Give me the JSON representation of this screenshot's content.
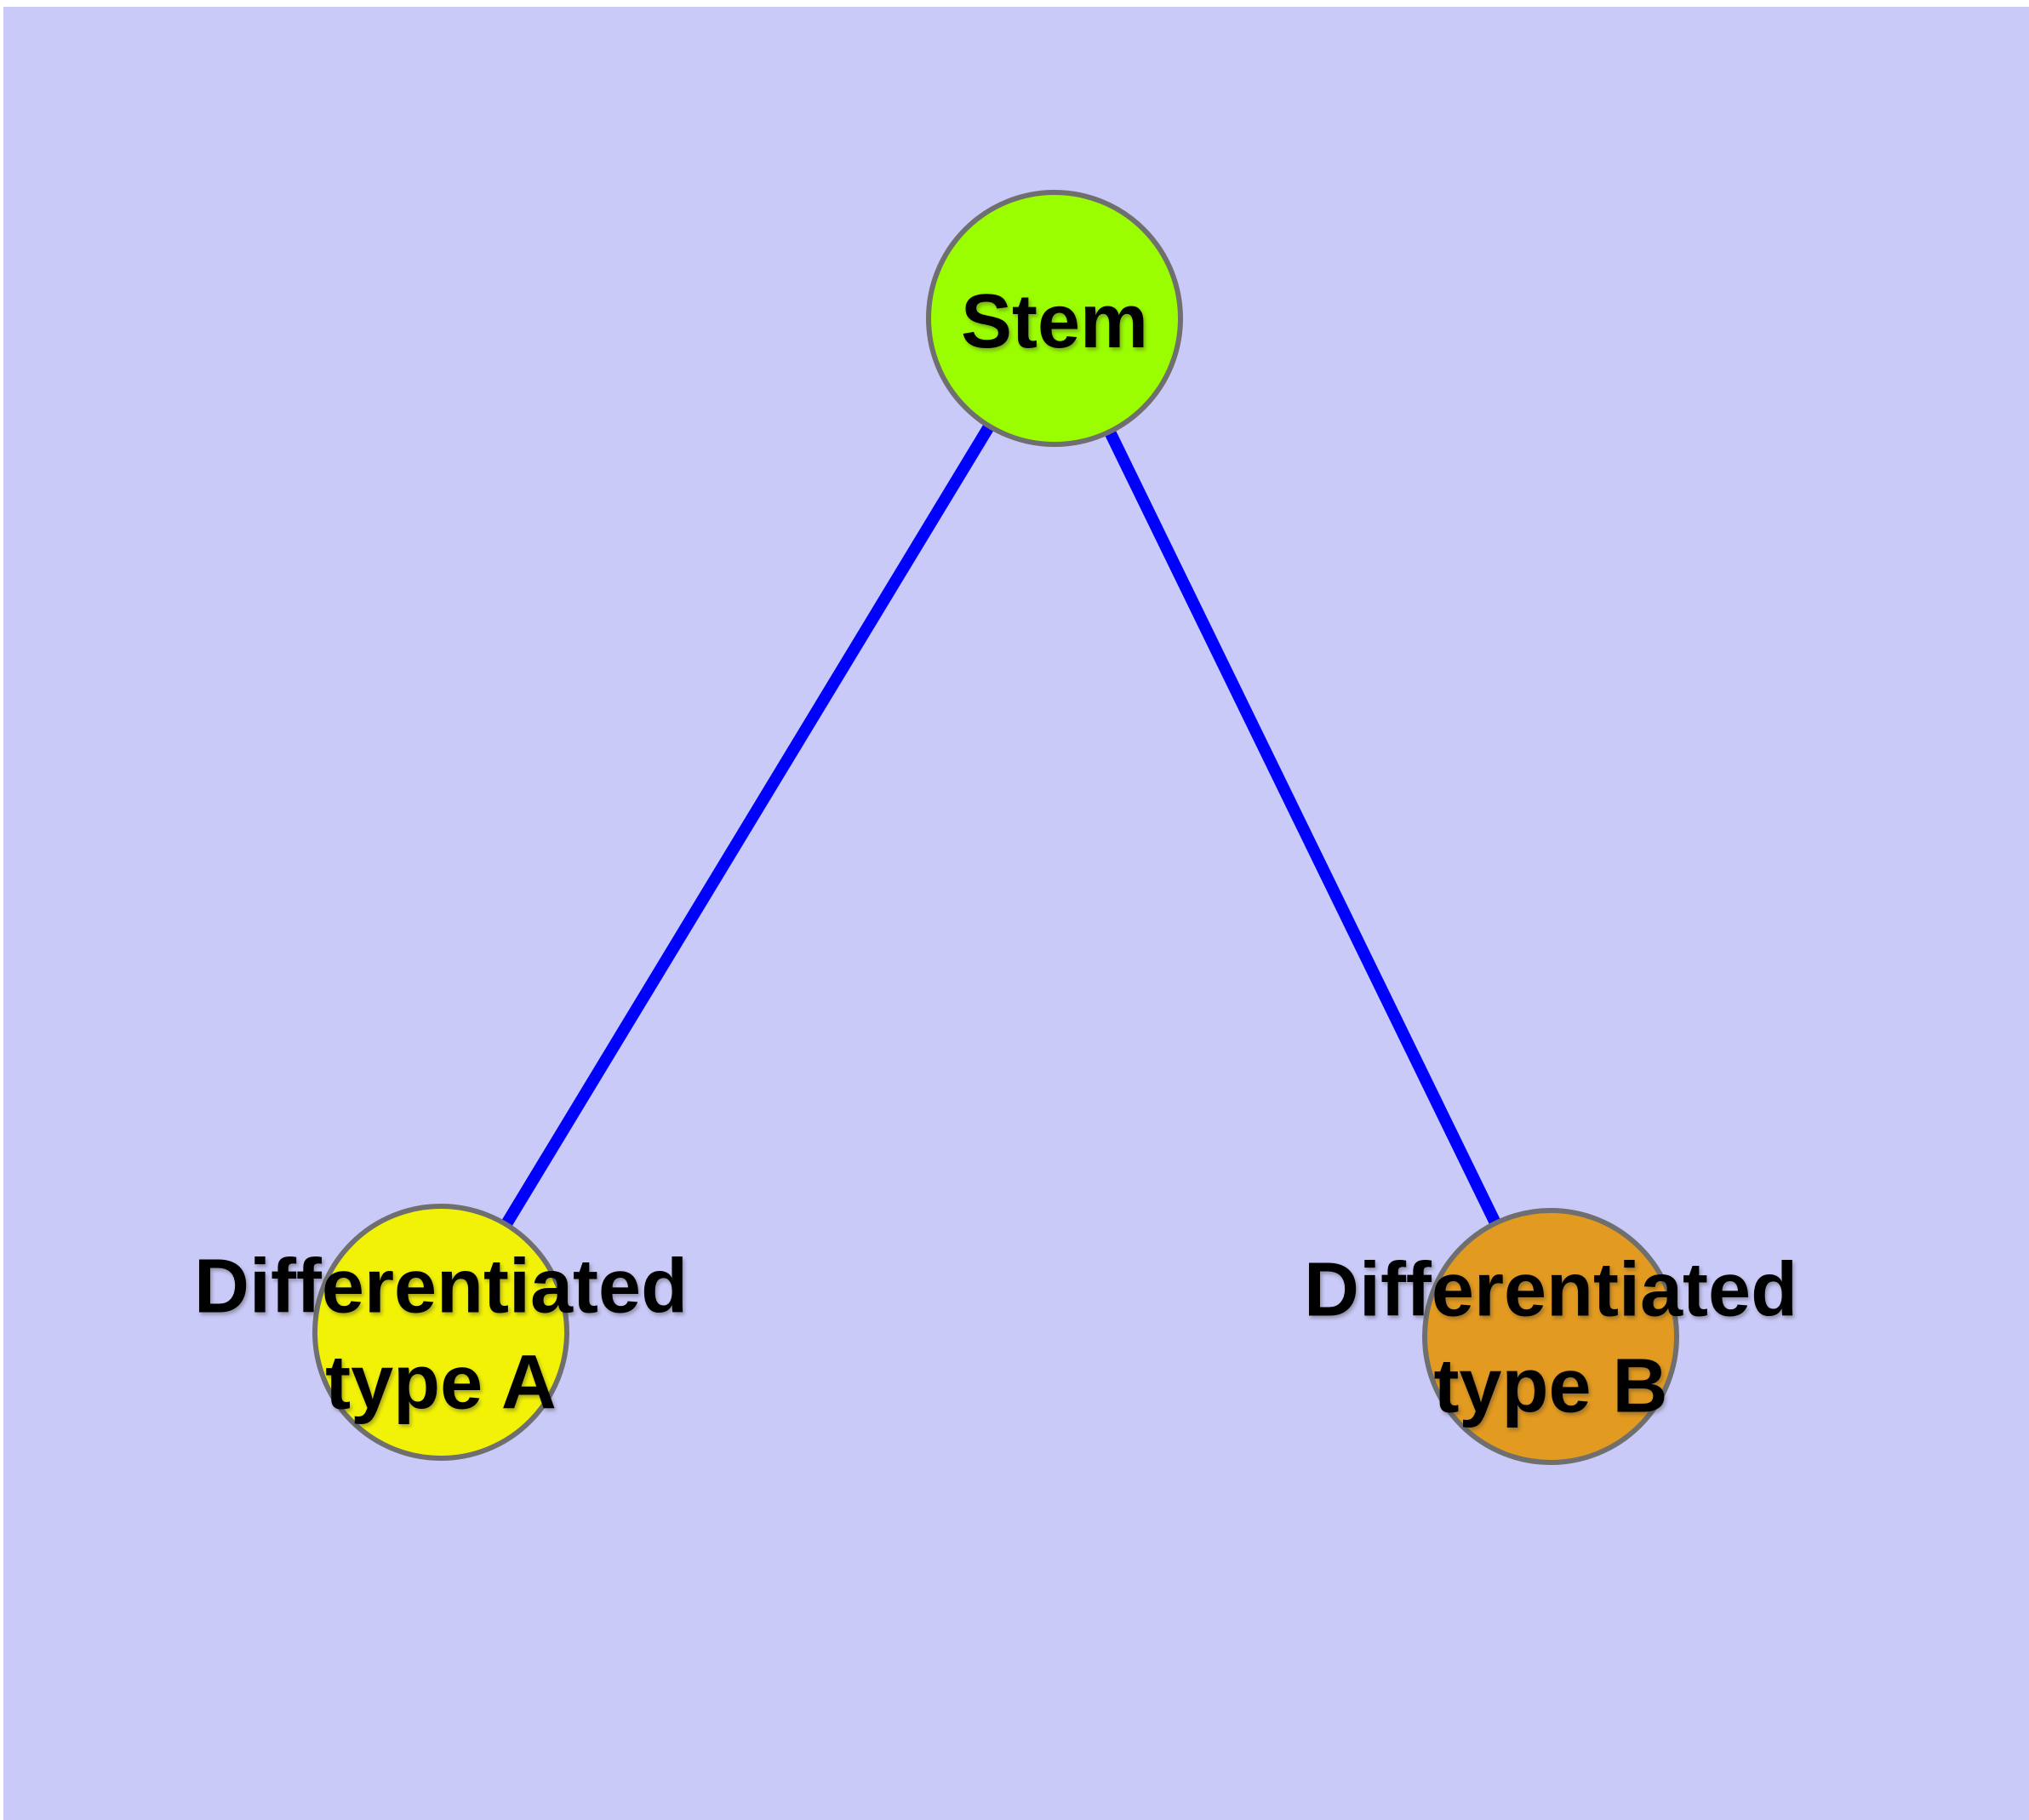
{
  "diagram": {
    "margin_color": "#ffffff",
    "background_color": "#cacaf8",
    "edge_color": "#0000ff",
    "node_border_color": "#6f6f6f",
    "nodes": [
      {
        "id": "stem",
        "label": "Stem",
        "color": "#9bfe00"
      },
      {
        "id": "type-a",
        "label": "Differentiated\ntype A",
        "color": "#f2f207"
      },
      {
        "id": "type-b",
        "label": "Differentiated\ntype B",
        "color": "#e29a20"
      }
    ],
    "edges": [
      {
        "from": "Stem",
        "to": "Differentiated type A"
      },
      {
        "from": "Stem",
        "to": "Differentiated type B"
      }
    ]
  }
}
